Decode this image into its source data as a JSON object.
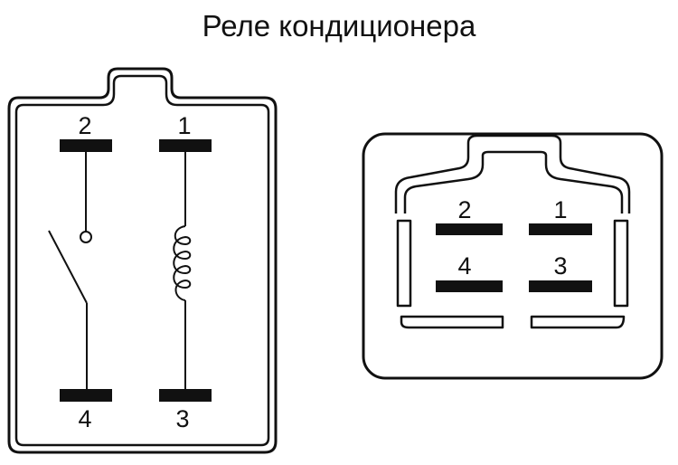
{
  "title": "Реле кондиционера",
  "relay": {
    "pins": [
      "2",
      "1",
      "4",
      "3"
    ]
  },
  "connector": {
    "pins": [
      "2",
      "1",
      "4",
      "3"
    ]
  },
  "colors": {
    "ink": "#111111",
    "background": "#ffffff"
  }
}
